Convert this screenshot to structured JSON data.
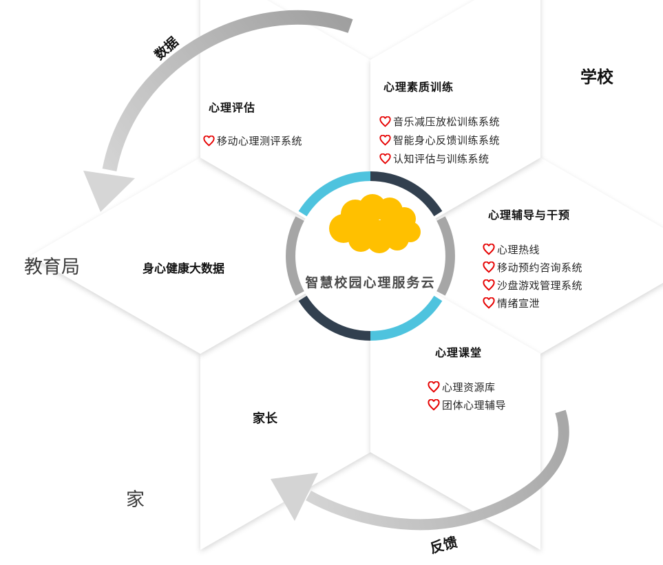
{
  "center": {
    "label": "智慧校园心理服务云",
    "cloud_color": "#FFC000"
  },
  "ring": {
    "navy": "#32404F",
    "gray": "#A6A6A6",
    "cyan": "#4EC3DE"
  },
  "arrow_color_dark": "#A3A3A3",
  "arrow_color_light": "#D9D9D9",
  "heart_color": "#E60000",
  "sections": [
    {
      "title": "心理评估",
      "items": [
        "移动心理测评系统"
      ]
    },
    {
      "title": "心理素质训练",
      "items": [
        "音乐减压放松训练系统",
        "智能身心反馈训练系统",
        "认知评估与训练系统"
      ]
    },
    {
      "title": "心理辅导与干预",
      "items": [
        "心理热线",
        "移动预约咨询系统",
        "沙盘游戏管理系统",
        "情绪宣泄"
      ]
    },
    {
      "title": "心理课堂",
      "items": [
        "心理资源库",
        "团体心理辅导"
      ]
    },
    {
      "title": "家长",
      "items": []
    },
    {
      "title": "身心健康大数据",
      "items": []
    }
  ],
  "outer_labels": {
    "school": "学校",
    "education_bureau": "教育局",
    "home": "家",
    "data_flow": "数据",
    "feedback": "反馈"
  }
}
